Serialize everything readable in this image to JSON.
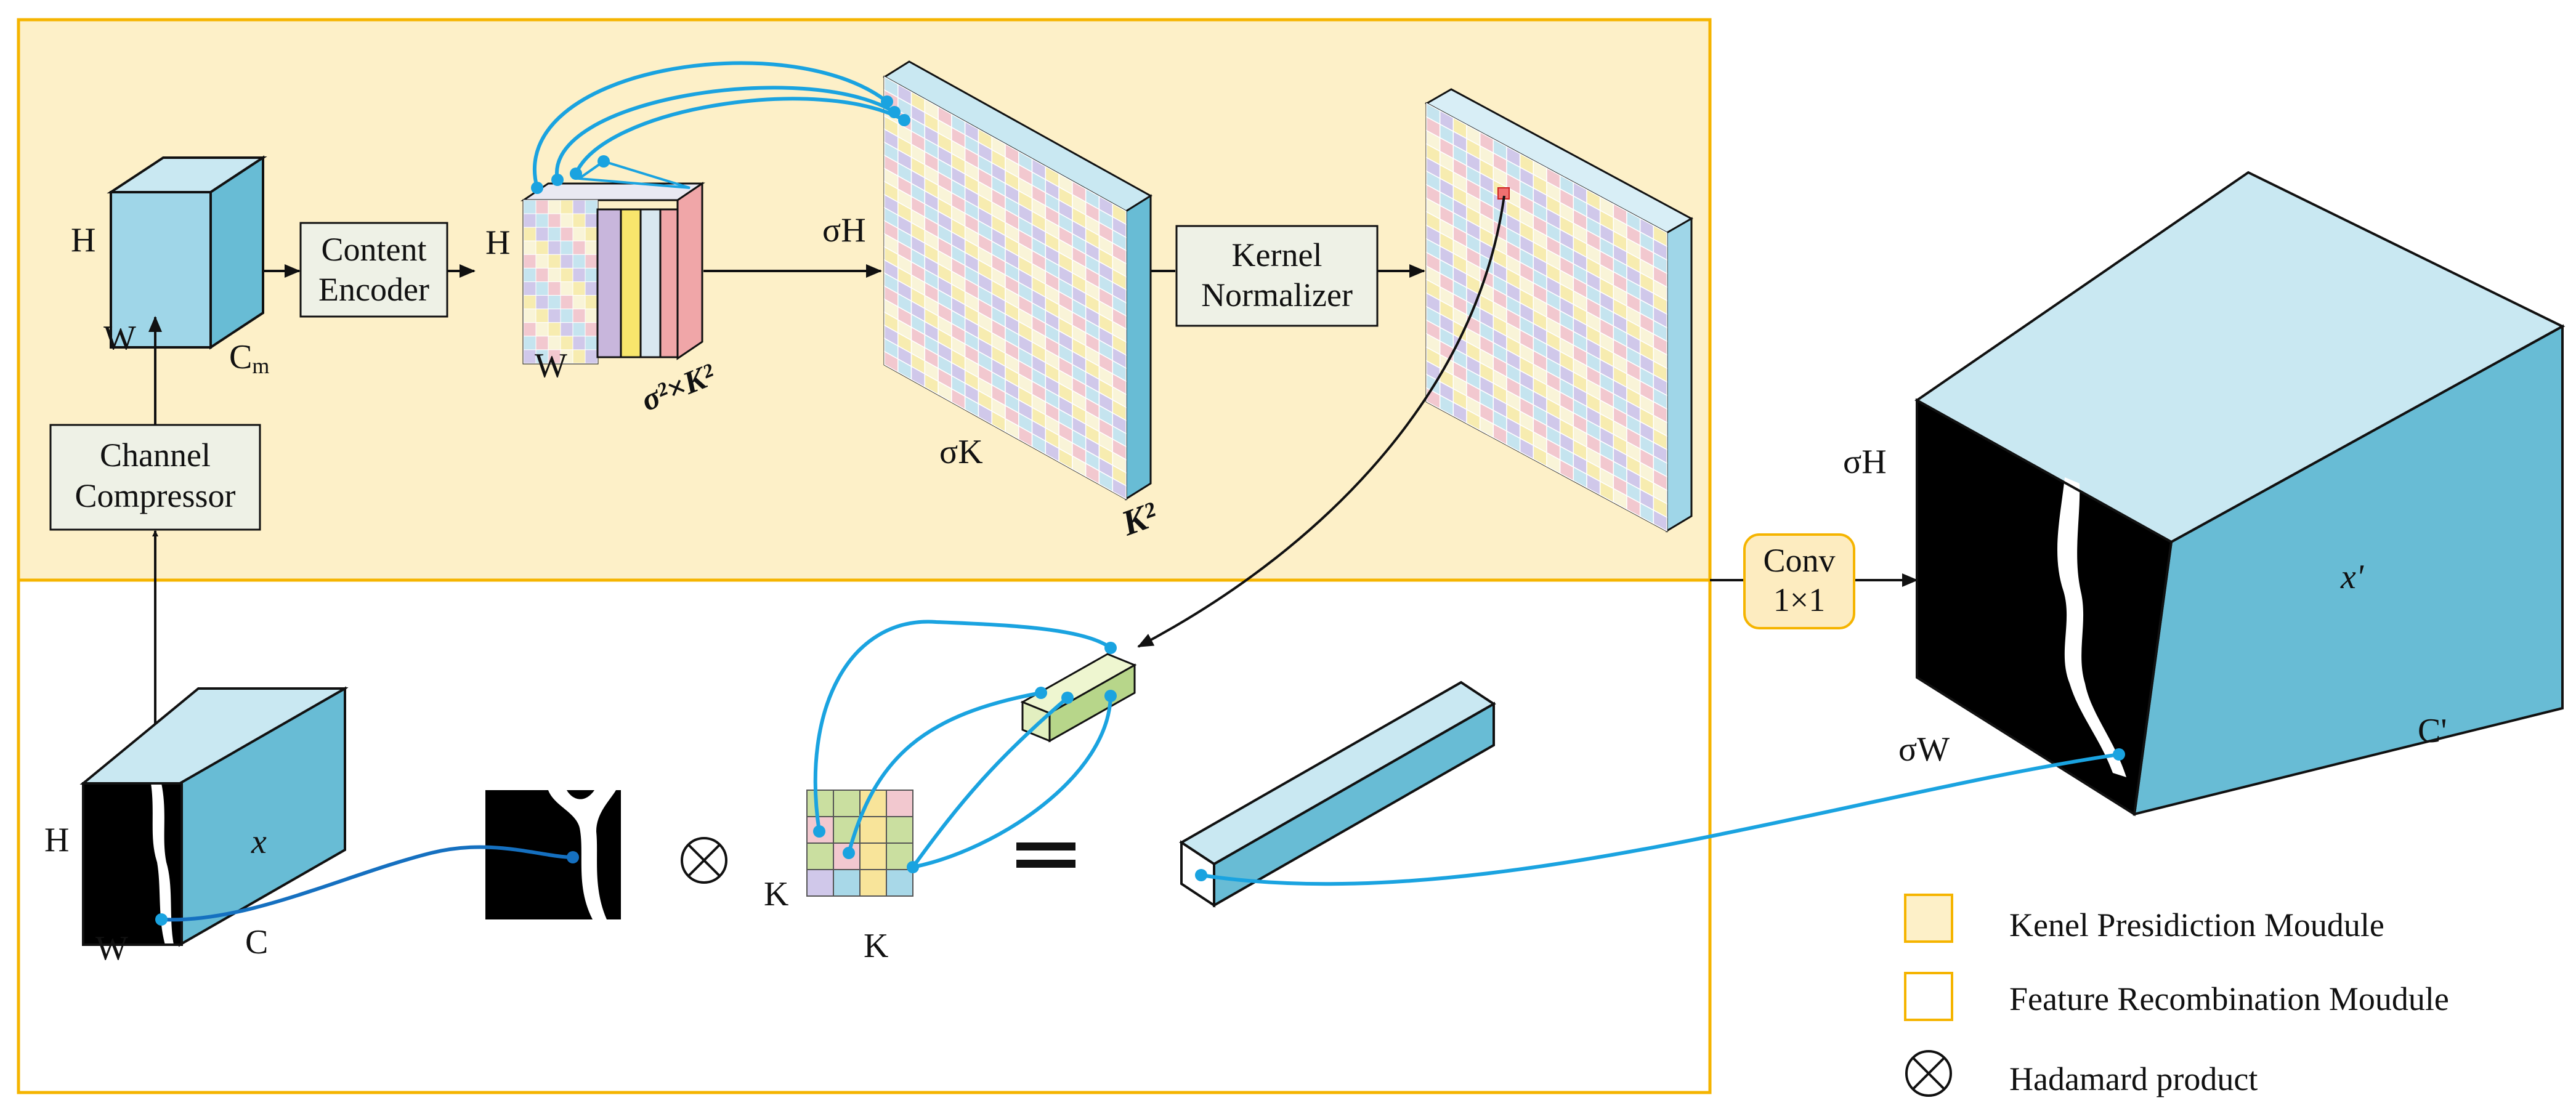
{
  "colors": {
    "kpm_fill": "#fdf0c8",
    "frm_border": "#f5b400",
    "box_fill": "#eef1e6",
    "cube_top": "#c9e8f2",
    "cube_side": "#68bcd5",
    "conv_fill": "#fdecc0",
    "connector": "#1aa3e0"
  },
  "icons": [
    "cube-icon",
    "kernel-grid-icon",
    "hadamard-icon",
    "crack-image-icon"
  ],
  "modules": {
    "channel_compressor": "Channel Compressor",
    "content_encoder": "Content Encoder",
    "kernel_normalizer": "Kernel Normalizer",
    "conv": "Conv 1×1"
  },
  "labels": {
    "h": "H",
    "w": "W",
    "cm": "C",
    "cm_sub": "m",
    "sigma_k2": "σ²×K²",
    "sigma_h": "σH",
    "sigma_k": "σK",
    "k2": "K²",
    "x": "x",
    "c": "C",
    "k": "K",
    "sigma_w": "σW",
    "c_prime": "C'",
    "x_prime": "x'"
  },
  "legend": {
    "kpm": "Kenel Presidiction Moudule",
    "frm": "Feature Recombination Moudule",
    "hadamard": "Hadamard product"
  }
}
